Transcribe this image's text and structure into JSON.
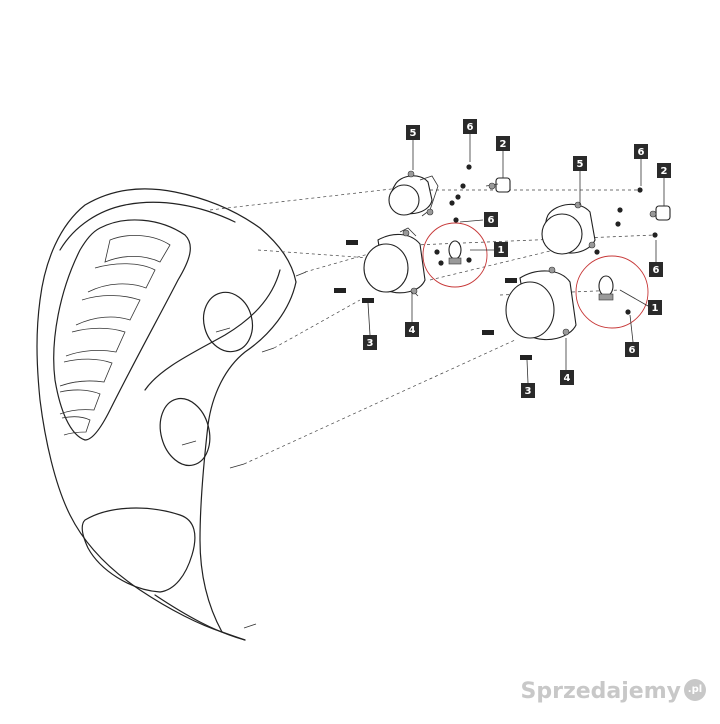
{
  "diagram": {
    "callouts": [
      {
        "id": "c5a",
        "label": "5"
      },
      {
        "id": "c6a",
        "label": "6"
      },
      {
        "id": "c2a",
        "label": "2"
      },
      {
        "id": "c6b",
        "label": "6"
      },
      {
        "id": "c1a",
        "label": "1"
      },
      {
        "id": "c4a",
        "label": "4"
      },
      {
        "id": "c3a",
        "label": "3"
      },
      {
        "id": "c5b",
        "label": "5"
      },
      {
        "id": "c6c",
        "label": "6"
      },
      {
        "id": "c2b",
        "label": "2"
      },
      {
        "id": "c6d",
        "label": "6"
      },
      {
        "id": "c1b",
        "label": "1"
      },
      {
        "id": "c6e",
        "label": "6"
      },
      {
        "id": "c4b",
        "label": "4"
      },
      {
        "id": "c3b",
        "label": "3"
      }
    ]
  },
  "watermark": {
    "text": "Sprzedajemy",
    "suffix": ".pl"
  }
}
